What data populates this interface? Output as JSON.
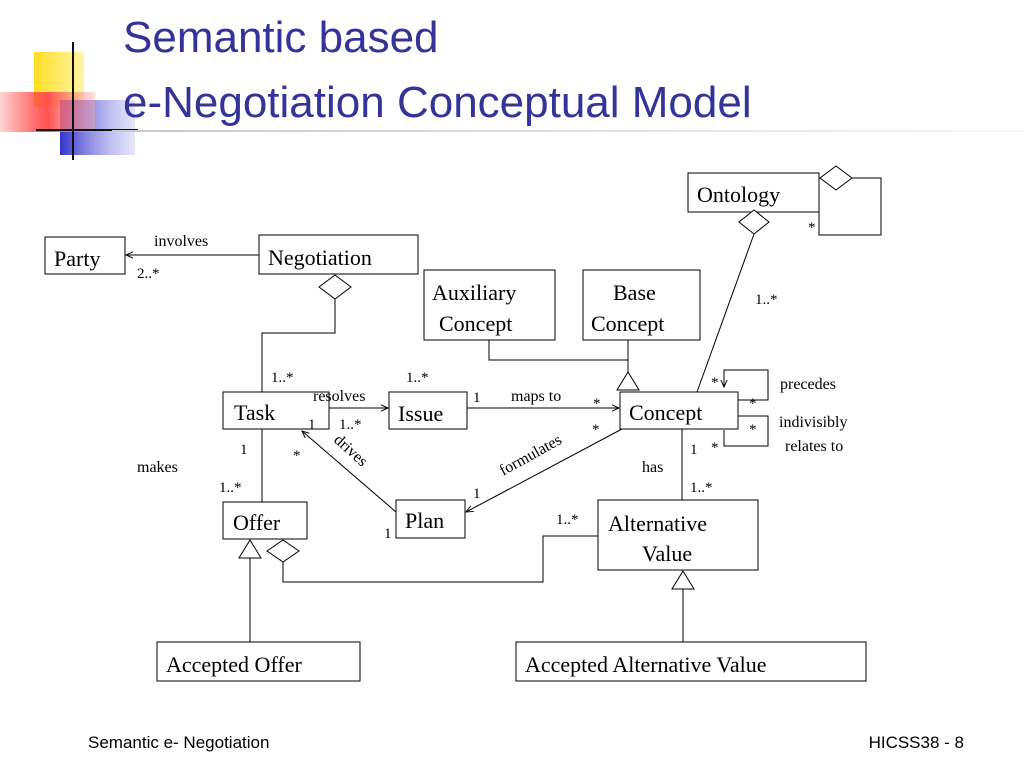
{
  "slide": {
    "title_line1": "Semantic based",
    "title_line2": "e-Negotiation Conceptual Model"
  },
  "colors": {
    "title": "#333399",
    "deco_yellow": "#ffdd22",
    "deco_blue": "#3333cc",
    "deco_red": "#ff4040",
    "line": "#000000"
  },
  "boxes": {
    "ontology": "Ontology",
    "party": "Party",
    "negotiation": "Negotiation",
    "auxiliary_concept": [
      "Auxiliary",
      "Concept"
    ],
    "base_concept": [
      "Base",
      "Concept"
    ],
    "task": "Task",
    "issue": "Issue",
    "concept": "Concept",
    "offer": "Offer",
    "plan": "Plan",
    "alternative_value": [
      "Alternative",
      "Value"
    ],
    "accepted_offer": "Accepted Offer",
    "accepted_alternative_value": "Accepted Alternative Value"
  },
  "relations": {
    "involves": "involves",
    "resolves": "resolves",
    "maps_to": "maps to",
    "drives": "drives",
    "formulates": "formulates",
    "makes": "makes",
    "has": "has",
    "precedes": "precedes",
    "indivisibly_relates_to": [
      "indivisibly",
      "relates to"
    ]
  },
  "multiplicities": {
    "ontology_self": "*",
    "party_involves": "2..*",
    "ontology_concept": "1..*",
    "task_negotiation": "1..*",
    "issue_top": "1..*",
    "concept_precedes_in": "*",
    "concept_precedes_out": "*",
    "concept_relates_out": "*",
    "concept_relates_in": "*",
    "issue_mapsto": "1",
    "concept_mapsto": "*",
    "concept_formulates": "*",
    "task_resolves": "1",
    "issue_resolves": "1..*",
    "task_makes": "1",
    "task_drives": "*",
    "concept_has": "1",
    "offer_makes": "1..*",
    "alt_has": "1..*",
    "plan_formulates": "1",
    "offer_alt": "1..*",
    "plan_drives": "1"
  },
  "footer": {
    "left": "Semantic e- Negotiation",
    "right": "HICSS38 - 8"
  }
}
